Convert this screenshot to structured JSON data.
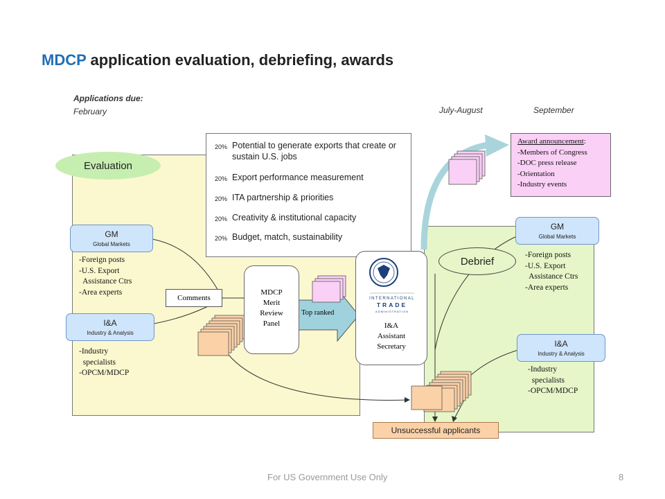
{
  "title": {
    "accent": "MDCP",
    "rest": " application evaluation, debriefing, awards"
  },
  "timeline": {
    "applications_due_label": "Applications due:",
    "applications_due_month": "February",
    "july_august": "July-August",
    "september": "September"
  },
  "evaluation": {
    "label": "Evaluation",
    "gm": {
      "title": "GM",
      "subtitle": "Global Markets",
      "bullets": "-Foreign posts\n-U.S. Export\n  Assistance Ctrs\n-Area experts"
    },
    "ia": {
      "title": "I&A",
      "subtitle": "Industry & Analysis",
      "bullets": "-Industry\n  specialists\n-OPCM/MDCP"
    },
    "comments": "Comments"
  },
  "criteria": [
    {
      "percent": "20%",
      "text": "Potential to generate exports that create or sustain U.S. jobs"
    },
    {
      "percent": "20%",
      "text": "Export performance measurement"
    },
    {
      "percent": "20%",
      "text": "ITA partnership & priorities"
    },
    {
      "percent": "20%",
      "text": "Creativity & institutional capacity"
    },
    {
      "percent": "20%",
      "text": "Budget, match, sustainability"
    }
  ],
  "review_panel": {
    "line1": "MDCP",
    "line2": "Merit",
    "line3": "Review",
    "line4": "Panel"
  },
  "top_ranked": "Top ranked",
  "assistant_secretary": {
    "line1": "I&A",
    "line2": "Assistant",
    "line3": "Secretary",
    "logo_text_1": "INTERNATIONAL",
    "logo_text_2": "TRADE",
    "logo_text_3": "ADMINISTRATION"
  },
  "debrief": {
    "label": "Debrief",
    "gm": {
      "title": "GM",
      "subtitle": "Global Markets",
      "bullets": "-Foreign posts\n-U.S. Export\n  Assistance Ctrs\n-Area experts"
    },
    "ia": {
      "title": "I&A",
      "subtitle": "Industry & Analysis",
      "bullets": "-Industry\n  specialists\n-OPCM/MDCP"
    }
  },
  "award": {
    "heading": "Award announcement",
    "heading_suffix": ":",
    "items": [
      "-Members of Congress",
      "-DOC press release",
      "-Orientation",
      "-Industry events"
    ]
  },
  "unsuccessful": "Unsuccessful applicants",
  "footer": {
    "text": "For US Government Use Only",
    "page": "8"
  },
  "colors": {
    "accent": "#1f6fb5",
    "evaluation_panel": "#fbf8cf",
    "debrief_panel": "#e6f6c8",
    "oval_fill": "#c6eeb0",
    "pill_fill": "#cfe5fb",
    "doc_peach": "#fbd1a8",
    "doc_pink": "#fad0f6",
    "arrow_teal": "#a9d4dc",
    "arrow_blue": "#9fd2dc"
  }
}
